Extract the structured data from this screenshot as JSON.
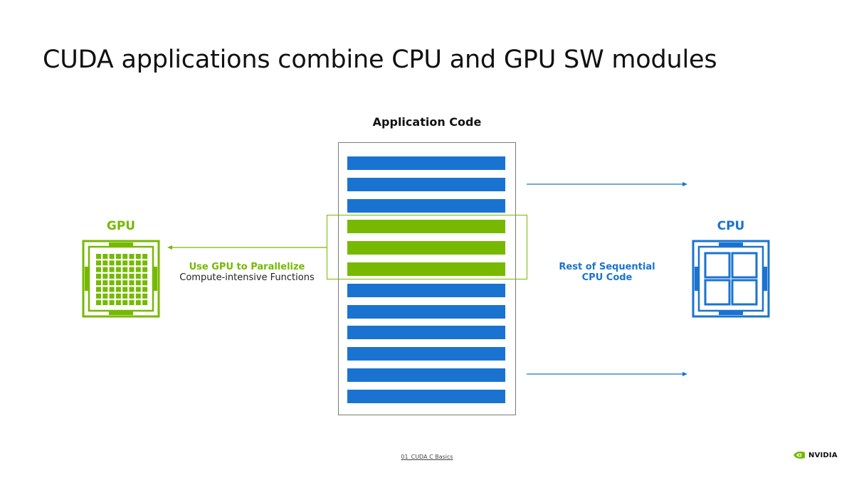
{
  "slide": {
    "title": "CUDA applications combine CPU and GPU SW modules",
    "footer": "01_CUDA C Basics"
  },
  "application": {
    "label": "Application Code",
    "bars": [
      "blue",
      "blue",
      "blue",
      "green",
      "green",
      "green",
      "blue",
      "blue",
      "blue",
      "blue",
      "blue",
      "blue"
    ]
  },
  "gpu": {
    "title": "GPU",
    "label_line1": "Use GPU to Parallelize",
    "label_line2": "Compute-intensive Functions"
  },
  "cpu": {
    "title": "CPU",
    "label_line1": "Rest of Sequential",
    "label_line2": "CPU Code"
  },
  "brand": {
    "logo_text": "NVIDIA"
  },
  "colors": {
    "green": "#76b900",
    "blue": "#1a73d1",
    "text": "#111111"
  }
}
